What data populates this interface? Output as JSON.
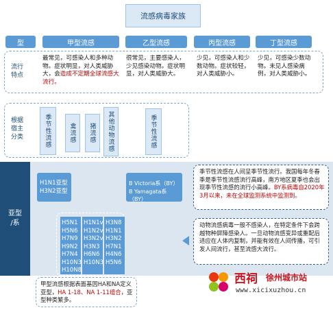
{
  "title": "流感病毒家族",
  "type_label": "型",
  "types": [
    "甲型流感",
    "乙型流感",
    "丙型流感",
    "丁型流感"
  ],
  "row_epidemic": {
    "label": "流行\n特点",
    "a_plain": "最常见，可感染人和多种动物。症状明显，对人类威胁大，会",
    "a_red": "造成不定期全球流感大流行。",
    "b": "很常见，主要感染人，少见感染动物。症状明显，对人类威胁大。",
    "c": "少见，可感染人和少数动物。症状较轻，对人类威胁小。",
    "d": "少见，可感染少数动物。未见人感染病例，对人类威胁小。"
  },
  "row_host": {
    "label": "根据\n宿主\n分类",
    "a_items": [
      "季节性流感",
      "禽流感",
      "猪流感",
      "其他动物流感"
    ],
    "b_items": [
      "季节性流感"
    ]
  },
  "subtype_label": "亚型\n/系",
  "seasonal": {
    "a_subtypes": "H1N1亚型\nH3N2亚型",
    "b_lineages": "B Victoria系（BY）\nB Yamagata系（BY）",
    "desc_plain": "季节性流感在人间呈季节性流行。我国每年冬春季是季节性流感流行高峰，南方地区夏季也会出现季节性流感的流行小高峰。",
    "desc_red": "BY系病毒自2020年3月以来，未在全球监测系统中监测到。"
  },
  "animal": {
    "avian": "H5N1\nH5N6\nH7N9\nH9N2\nH7N4\nH10N3\nH10N8",
    "swine": "H1N1v\nH1N2v\nH3N2v",
    "other": "H3N8\nH1N1\nH3N2\nH7N1",
    "extra_a": "H3N3\nH6N6\nH10N3",
    "extra_b": "H4N6\nH5N6",
    "desc": "动物流感病毒一般不感染人，在特定条件下会跨越物种屏障感染人。一旦动物流感变异或重配后适应在人体内复制，并能有效在人间传播，可引发人间流行，甚至流感大流行。"
  },
  "footnote": {
    "plain": "甲型流感根据表面基因HA和NA定义亚型，",
    "red": "HA 1-18、NA 1-11组合",
    "tail": "，亚型种类繁多。"
  },
  "watermark": {
    "brand": "西祠",
    "site": "徐州城市站",
    "url": "www.xicixuzhou.cn"
  },
  "colors": {
    "primary": "#5b9bd5",
    "light": "#dbe8f5",
    "dark_band": "#1f4e79",
    "highlight": "#c00000"
  }
}
